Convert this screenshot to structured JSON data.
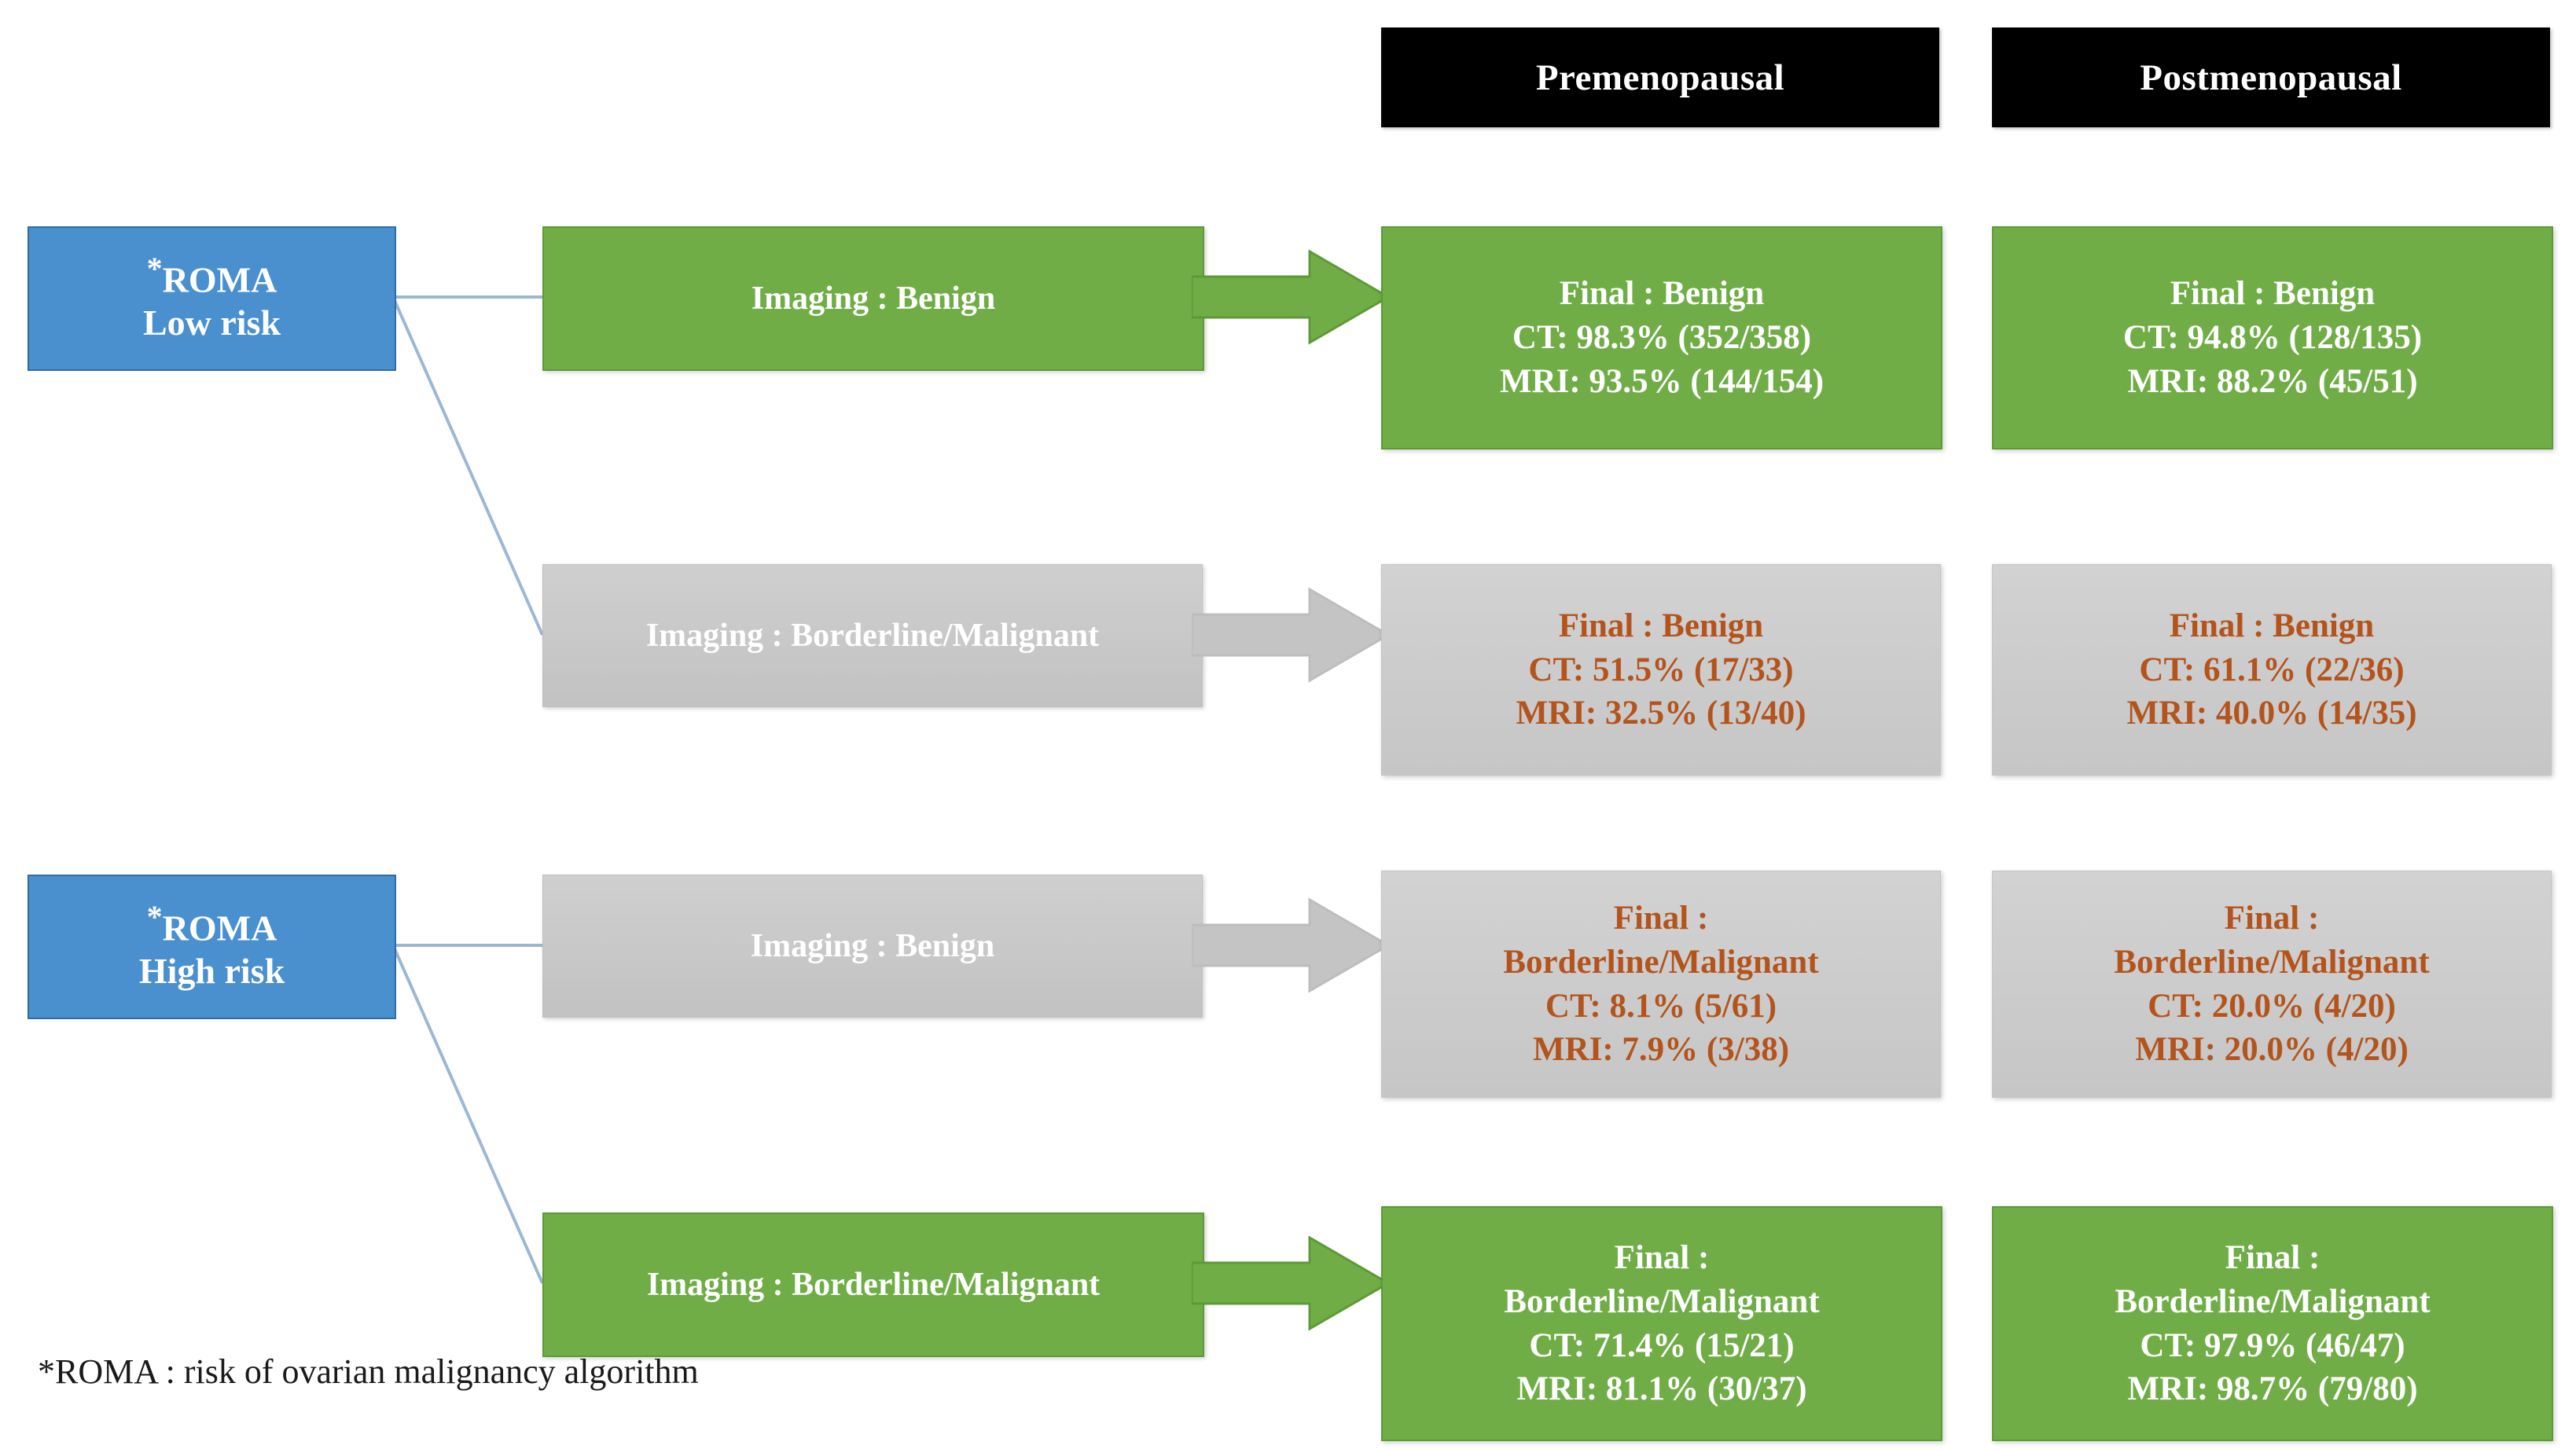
{
  "headers": [
    {
      "label": "Premenopausal"
    },
    {
      "label": "Postmenopausal"
    }
  ],
  "sources": [
    {
      "star": "*",
      "name": "ROMA",
      "risk": "Low risk"
    },
    {
      "star": "*",
      "name": "ROMA",
      "risk": "High risk"
    }
  ],
  "imaging": [
    {
      "label": "Imaging : Benign"
    },
    {
      "label": "Imaging : Borderline/Malignant"
    },
    {
      "label": "Imaging : Benign"
    },
    {
      "label": "Imaging : Borderline/Malignant"
    }
  ],
  "results": {
    "r1_pre": {
      "title": "Final : Benign",
      "title2": "",
      "ct": "CT: 98.3% (352/358)",
      "mri": "MRI: 93.5% (144/154)"
    },
    "r1_post": {
      "title": "Final : Benign",
      "title2": "",
      "ct": "CT: 94.8% (128/135)",
      "mri": "MRI: 88.2% (45/51)"
    },
    "r2_pre": {
      "title": "Final : Benign",
      "title2": "",
      "ct": "CT: 51.5% (17/33)",
      "mri": "MRI: 32.5% (13/40)"
    },
    "r2_post": {
      "title": "Final : Benign",
      "title2": "",
      "ct": "CT: 61.1% (22/36)",
      "mri": "MRI: 40.0% (14/35)"
    },
    "r3_pre": {
      "title": "Final :",
      "title2": "Borderline/Malignant",
      "ct": "CT: 8.1% (5/61)",
      "mri": "MRI: 7.9% (3/38)"
    },
    "r3_post": {
      "title": "Final :",
      "title2": "Borderline/Malignant",
      "ct": "CT: 20.0% (4/20)",
      "mri": "MRI: 20.0% (4/20)"
    },
    "r4_pre": {
      "title": "Final :",
      "title2": "Borderline/Malignant",
      "ct": "CT: 71.4% (15/21)",
      "mri": "MRI: 81.1% (30/37)"
    },
    "r4_post": {
      "title": "Final :",
      "title2": "Borderline/Malignant",
      "ct": "CT: 97.9% (46/47)",
      "mri": "MRI: 98.7% (79/80)"
    }
  },
  "footnote": {
    "text": "*ROMA : risk of ovarian malignancy algorithm"
  },
  "colors": {
    "green": "#70ad47",
    "green_border": "#5f9937",
    "gray": "#c8c8c8",
    "blue": "#4a90cf",
    "blue_border": "#2e6da4",
    "header_black": "#000000",
    "orange_text": "#b4541d",
    "white_text": "#ffffff",
    "connector_blue": "#9cb7d4"
  }
}
